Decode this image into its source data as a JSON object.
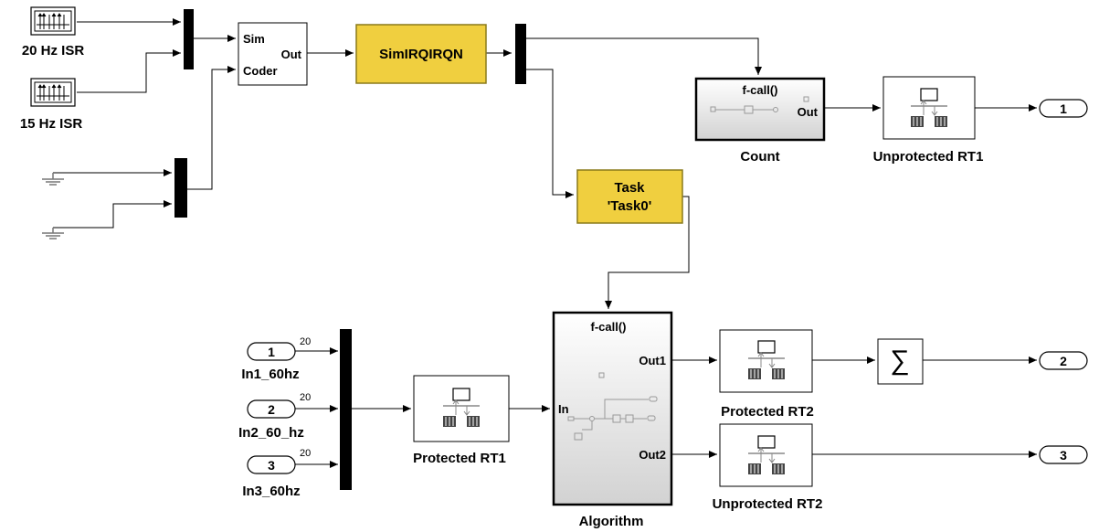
{
  "blocks": {
    "isr20": {
      "label": "20 Hz ISR"
    },
    "isr15": {
      "label": "15 Hz ISR"
    },
    "sim_coder": {
      "in1": "Sim",
      "in2": "Coder",
      "out": "Out"
    },
    "sim_irq": {
      "label": "SimIRQIRQN"
    },
    "count": {
      "trigger": "f-call()",
      "out": "Out",
      "label": "Count"
    },
    "unprot_rt1": {
      "label": "Unprotected RT1"
    },
    "out_port_1": {
      "number": "1"
    },
    "task": {
      "line1": "Task",
      "line2": "'Task0'"
    },
    "algorithm": {
      "trigger": "f-call()",
      "in": "In",
      "out1": "Out1",
      "out2": "Out2",
      "label": "Algorithm"
    },
    "prot_rt1": {
      "label": "Protected RT1"
    },
    "prot_rt2": {
      "label": "Protected RT2"
    },
    "unprot_rt2": {
      "label": "Unprotected RT2"
    },
    "sum": {
      "symbol": "∑"
    },
    "out_port_2": {
      "number": "2"
    },
    "out_port_3": {
      "number": "3"
    },
    "in1": {
      "number": "1",
      "label": "In1_60hz",
      "rate": "20"
    },
    "in2": {
      "number": "2",
      "label": "In2_60_hz",
      "rate": "20"
    },
    "in3": {
      "number": "3",
      "label": "In3_60hz",
      "rate": "20"
    }
  },
  "colors": {
    "highlight_fill": "#f0cf3f",
    "highlight_border": "#8a7a1a",
    "subsystem_gradient_top": "#ffffff",
    "subsystem_gradient_bottom": "#d4d4d4"
  },
  "icons": [
    "scope-icon",
    "ground-icon",
    "rate-transition-icon",
    "mux-bar",
    "sum-icon"
  ]
}
